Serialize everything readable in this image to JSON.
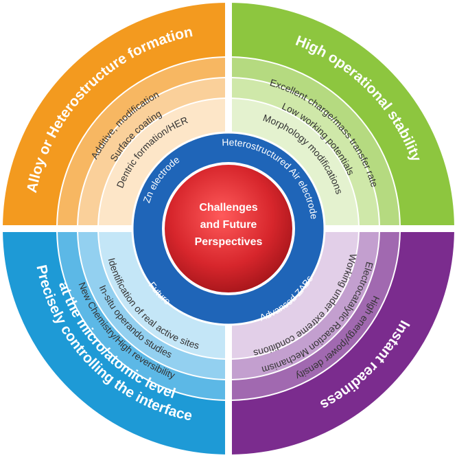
{
  "center": {
    "lines": [
      "Challenges",
      "and Future",
      "Perspectives"
    ]
  },
  "inner_ring": {
    "labels": [
      "Zn electrode",
      "Heterostructured Air electrode",
      "Advanced ZABs",
      "Future"
    ]
  },
  "quadrants": {
    "top_left": {
      "title": "Alloy or Heterostructure formation",
      "items": [
        "Additive, modification",
        "Surface coating",
        "Dentric formation/HER"
      ]
    },
    "top_right": {
      "title": "High operational stability",
      "items": [
        "Excellent charge/mass transfer rate",
        "Low working potentials",
        "Morphology modifications"
      ]
    },
    "bottom_left": {
      "title_line1": "Precisely controlling the interface",
      "title_line2": "at the micro/atomic level",
      "items": [
        "New Chemistry/High reversibility",
        "In-situ operando studies",
        "Identification of real active sites"
      ]
    },
    "bottom_right": {
      "title": "Instant readiness",
      "items": [
        "High energy/power density",
        "Electrocatalytic Reaction Mechanism",
        "Working under extreme conditions"
      ]
    }
  },
  "colors": {
    "orange": [
      "#f39a1f",
      "#f7b762",
      "#fad09a",
      "#fde6c8"
    ],
    "green": [
      "#8dc63f",
      "#b5da80",
      "#cfe8a9",
      "#e4f2cf"
    ],
    "blue": [
      "#1e9ad6",
      "#5cb8e6",
      "#93d0f0",
      "#c4e6f7"
    ],
    "purple": [
      "#7b2c8e",
      "#a169b0",
      "#c39fcf",
      "#e2cfe8"
    ],
    "inner_ring": "#1f65b8",
    "center": "#d7262c"
  }
}
